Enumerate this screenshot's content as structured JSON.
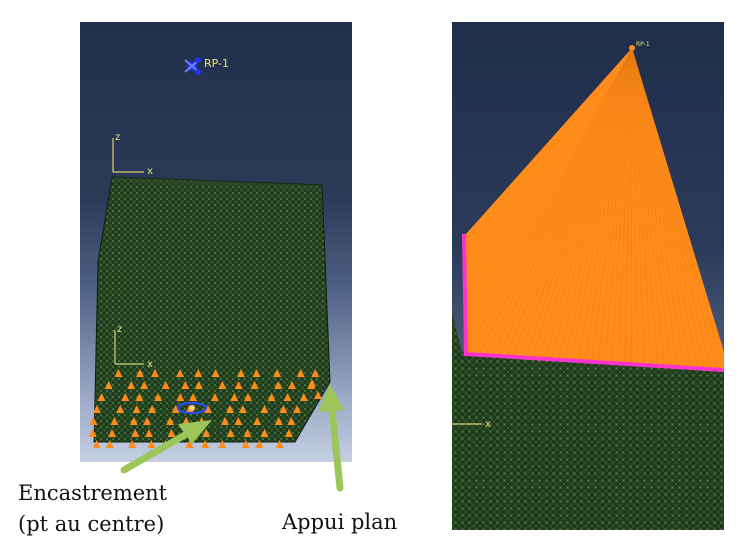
{
  "left_view": {
    "reference_point_label": "RP-1",
    "axis_z_label": "z",
    "axis_x_label": "x"
  },
  "right_view": {
    "reference_point_label": "RP-1",
    "axis_x_label": "x"
  },
  "annotations": {
    "encastrement_line1": "Encastrement",
    "encastrement_line2": "(pt au centre)",
    "appui": "Appui plan"
  },
  "colors": {
    "mesh": "#1f3d1f",
    "boundary_markers": "#ff8c1a",
    "coupling_edges": "#ff33cc",
    "arrow": "#9cc65a",
    "reference_point": "#2233ee"
  }
}
